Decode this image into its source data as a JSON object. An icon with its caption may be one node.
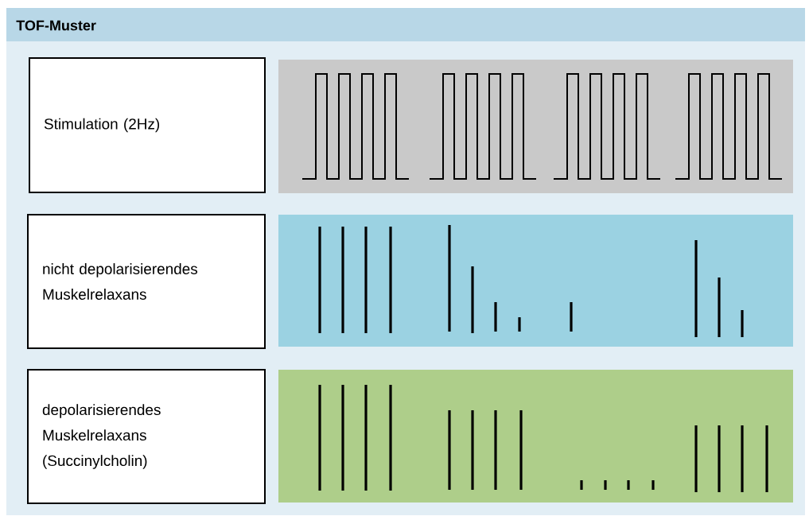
{
  "diagram": {
    "title": "TOF-Muster",
    "nodes": [
      {
        "text": [
          "Stimulation (2Hz)"
        ]
      },
      {
        "text": [
          "nicht depolarisierendes Muskelrelaxans"
        ]
      },
      {
        "text": [
          "depolarisierendes Muskelrelaxans (Succinylcholin)"
        ]
      }
    ]
  }
}
